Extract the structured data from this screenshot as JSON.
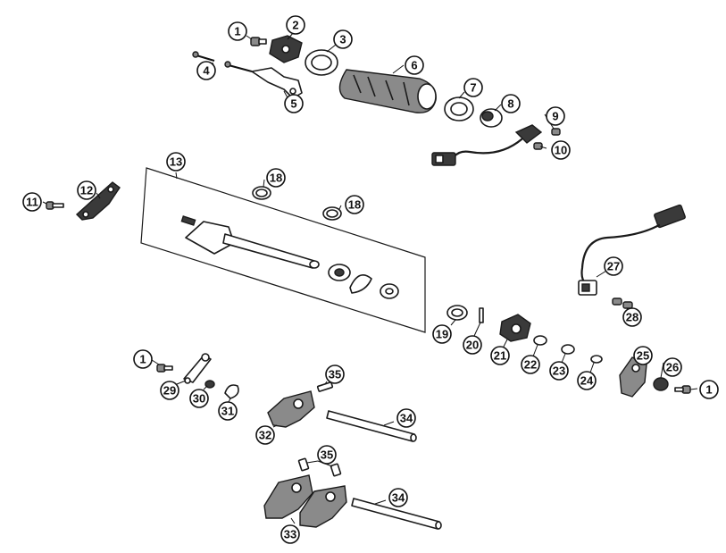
{
  "callouts": [
    {
      "id": "c1a",
      "label": "1"
    },
    {
      "id": "c2",
      "label": "2"
    },
    {
      "id": "c3",
      "label": "3"
    },
    {
      "id": "c4",
      "label": "4"
    },
    {
      "id": "c5",
      "label": "5"
    },
    {
      "id": "c6",
      "label": "6"
    },
    {
      "id": "c7",
      "label": "7"
    },
    {
      "id": "c8",
      "label": "8"
    },
    {
      "id": "c9",
      "label": "9"
    },
    {
      "id": "c10",
      "label": "10"
    },
    {
      "id": "c11",
      "label": "11"
    },
    {
      "id": "c12",
      "label": "12"
    },
    {
      "id": "c13",
      "label": "13"
    },
    {
      "id": "c18a",
      "label": "18"
    },
    {
      "id": "c18b",
      "label": "18"
    },
    {
      "id": "c19",
      "label": "19"
    },
    {
      "id": "c20",
      "label": "20"
    },
    {
      "id": "c21",
      "label": "21"
    },
    {
      "id": "c22",
      "label": "22"
    },
    {
      "id": "c23",
      "label": "23"
    },
    {
      "id": "c24",
      "label": "24"
    },
    {
      "id": "c25",
      "label": "25"
    },
    {
      "id": "c26",
      "label": "26"
    },
    {
      "id": "c1c",
      "label": "1"
    },
    {
      "id": "c27",
      "label": "27"
    },
    {
      "id": "c28",
      "label": "28"
    },
    {
      "id": "c1b",
      "label": "1"
    },
    {
      "id": "c29",
      "label": "29"
    },
    {
      "id": "c30",
      "label": "30"
    },
    {
      "id": "c31",
      "label": "31"
    },
    {
      "id": "c35a",
      "label": "35"
    },
    {
      "id": "c32",
      "label": "32"
    },
    {
      "id": "c34a",
      "label": "34"
    },
    {
      "id": "c35b",
      "label": "35"
    },
    {
      "id": "c34b",
      "label": "34"
    },
    {
      "id": "c33",
      "label": "33"
    }
  ]
}
